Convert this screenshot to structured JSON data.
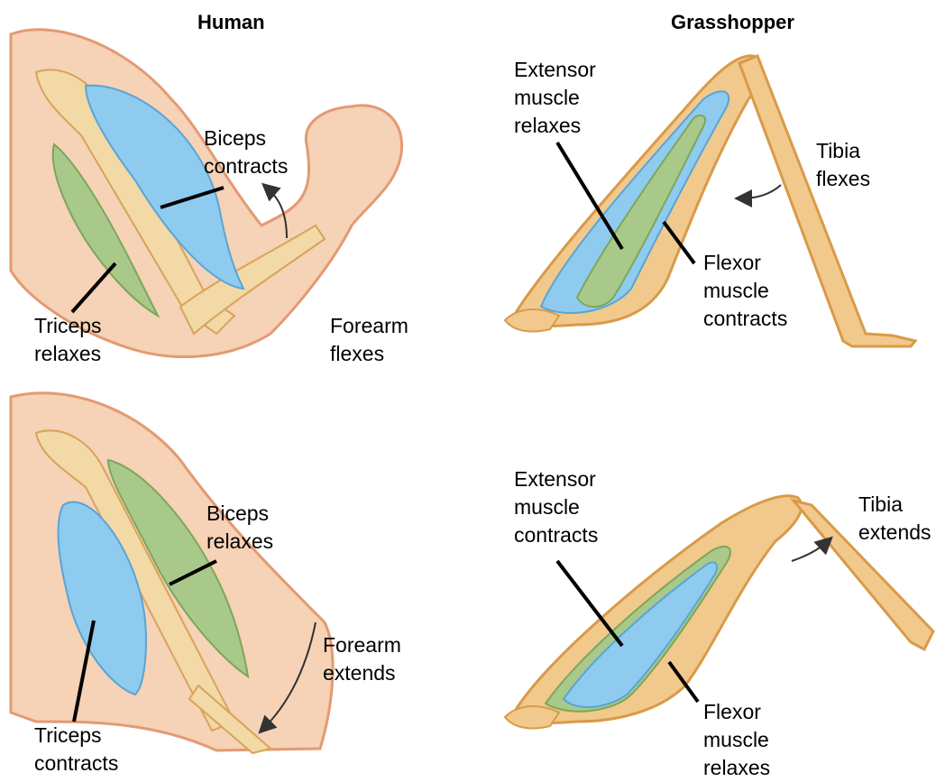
{
  "headers": {
    "human": "Human",
    "grasshopper": "Grasshopper"
  },
  "labels": {
    "human_top": {
      "biceps": [
        "Biceps",
        "contracts"
      ],
      "triceps": [
        "Triceps",
        "relaxes"
      ],
      "forearm": [
        "Forearm",
        "flexes"
      ]
    },
    "human_bottom": {
      "biceps": [
        "Biceps",
        "relaxes"
      ],
      "triceps": [
        "Triceps",
        "contracts"
      ],
      "forearm": [
        "Forearm",
        "extends"
      ]
    },
    "hopper_top": {
      "extensor": [
        "Extensor",
        "muscle",
        "relaxes"
      ],
      "flexor": [
        "Flexor",
        "muscle",
        "contracts"
      ],
      "tibia": [
        "Tibia",
        "flexes"
      ]
    },
    "hopper_bottom": {
      "extensor": [
        "Extensor",
        "muscle",
        "contracts"
      ],
      "flexor": [
        "Flexor",
        "muscle",
        "relaxes"
      ],
      "tibia": [
        "Tibia",
        "extends"
      ]
    }
  },
  "colors": {
    "skin": "#f6d2b6",
    "skin_outline": "#e39a72",
    "bone": "#f3d9a6",
    "bone_outline": "#d8a35a",
    "contracted_muscle": "#8ecbef",
    "relaxed_muscle": "#a9c98a",
    "hopper_shell": "#f2c98c",
    "hopper_outline": "#d99a48",
    "leader_line": "#000000",
    "arrow": "#333333"
  }
}
